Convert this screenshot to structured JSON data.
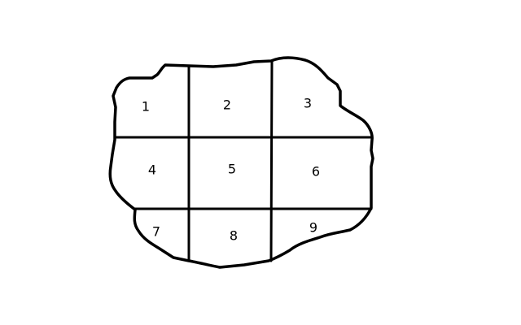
{
  "diagram": {
    "type": "irregular-shape-grid",
    "rows": 3,
    "columns": 3,
    "regions": [
      {
        "label": "1"
      },
      {
        "label": "2"
      },
      {
        "label": "3"
      },
      {
        "label": "4"
      },
      {
        "label": "5"
      },
      {
        "label": "6"
      },
      {
        "label": "7"
      },
      {
        "label": "8"
      },
      {
        "label": "9"
      }
    ],
    "colors": {
      "stroke": "#000000",
      "fill": "#ffffff",
      "background": "#ffffff"
    }
  }
}
